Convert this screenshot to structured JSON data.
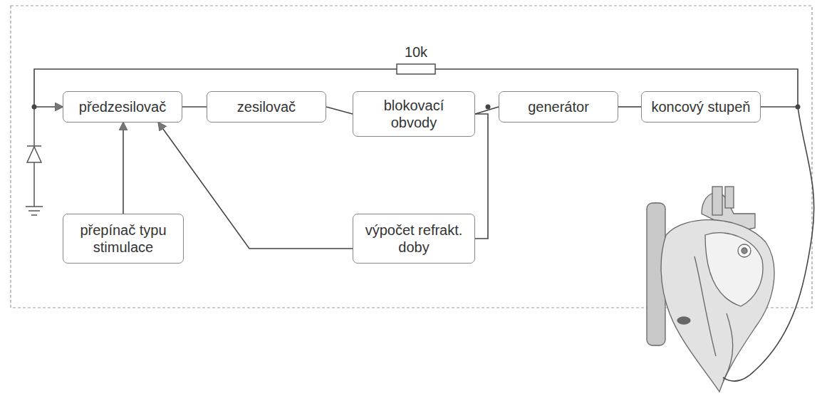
{
  "diagram": {
    "nodes": [
      {
        "text": [
          "předzesilovač"
        ]
      },
      {
        "text": [
          "zesilovač"
        ]
      },
      {
        "text": [
          "blokovací obvody"
        ]
      },
      {
        "text": [
          "generátor"
        ]
      },
      {
        "text": [
          "koncový stupeň"
        ]
      },
      {
        "text": [
          "přepínač typu stimulace"
        ]
      },
      {
        "text": [
          "výpočet refrakt. doby"
        ]
      }
    ],
    "edges": [
      {
        "from": 0,
        "to": 1,
        "arrow": "none"
      },
      {
        "from": 1,
        "to": 2,
        "arrow": "none"
      },
      {
        "from": 2,
        "to": 3,
        "arrow": "none"
      },
      {
        "from": 3,
        "to": 4,
        "arrow": "none"
      },
      {
        "from": 4,
        "to": 0,
        "arrow": "to",
        "label": "10k"
      },
      {
        "from": 5,
        "to": 0,
        "arrow": "to"
      },
      {
        "from": 2,
        "to": 6,
        "arrow": "none"
      },
      {
        "from": 6,
        "to": 0,
        "arrow": "to"
      }
    ]
  }
}
